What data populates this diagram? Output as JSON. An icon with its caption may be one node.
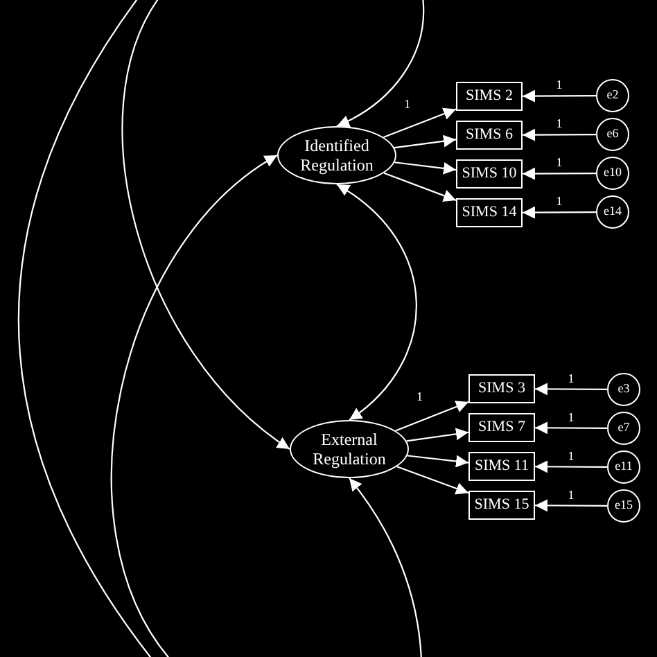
{
  "diagram": {
    "nodes": [
      {
        "text": [
          "Identified Regulation"
        ]
      },
      {
        "text": [
          "External Regulation"
        ]
      },
      {
        "text": [
          "SIMS 2"
        ]
      },
      {
        "text": [
          "SIMS 6"
        ]
      },
      {
        "text": [
          "SIMS 10"
        ]
      },
      {
        "text": [
          "SIMS 14"
        ]
      },
      {
        "text": [
          "e2"
        ]
      },
      {
        "text": [
          "e6"
        ]
      },
      {
        "text": [
          "e10"
        ]
      },
      {
        "text": [
          "e14"
        ]
      },
      {
        "text": [
          "SIMS 3"
        ]
      },
      {
        "text": [
          "SIMS 7"
        ]
      },
      {
        "text": [
          "SIMS 11"
        ]
      },
      {
        "text": [
          "SIMS 15"
        ]
      },
      {
        "text": [
          "e3"
        ]
      },
      {
        "text": [
          "e7"
        ]
      },
      {
        "text": [
          "e11"
        ]
      },
      {
        "text": [
          "e15"
        ]
      }
    ],
    "edges": [
      {
        "from": null,
        "to": 0,
        "arrow": "to"
      },
      {
        "from": 0,
        "to": 1,
        "arrow": "both"
      },
      {
        "from": null,
        "to": 0,
        "arrow": "to"
      },
      {
        "from": null,
        "to": 1,
        "arrow": "to"
      },
      {
        "from": null,
        "to": 1,
        "arrow": "to"
      },
      {
        "from": 0,
        "to": 2,
        "arrow": "to",
        "label": "1"
      },
      {
        "from": 0,
        "to": 3,
        "arrow": "to"
      },
      {
        "from": 0,
        "to": 4,
        "arrow": "to"
      },
      {
        "from": 0,
        "to": 5,
        "arrow": "to"
      },
      {
        "from": 6,
        "to": 2,
        "arrow": "to",
        "label": "1"
      },
      {
        "from": 7,
        "to": 3,
        "arrow": "to",
        "label": "1"
      },
      {
        "from": 8,
        "to": 4,
        "arrow": "to",
        "label": "1"
      },
      {
        "from": 9,
        "to": 5,
        "arrow": "to",
        "label": "1"
      },
      {
        "from": 1,
        "to": 10,
        "arrow": "to",
        "label": "1"
      },
      {
        "from": 1,
        "to": 11,
        "arrow": "to"
      },
      {
        "from": 1,
        "to": 12,
        "arrow": "to"
      },
      {
        "from": 1,
        "to": 13,
        "arrow": "to"
      },
      {
        "from": 14,
        "to": 10,
        "arrow": "to",
        "label": "1"
      },
      {
        "from": 15,
        "to": 11,
        "arrow": "to",
        "label": "1"
      },
      {
        "from": 16,
        "to": 12,
        "arrow": "to",
        "label": "1"
      },
      {
        "from": 17,
        "to": 13,
        "arrow": "to",
        "label": "1"
      }
    ]
  }
}
